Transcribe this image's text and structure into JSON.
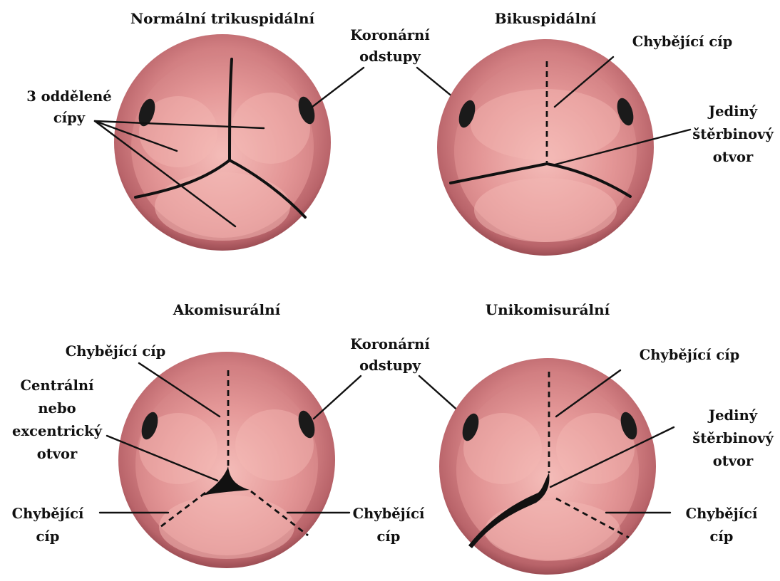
{
  "panels": {
    "tricuspid": {
      "title": "Normální trikuspidální",
      "label_cusps": [
        "3 oddělené",
        "cípy"
      ],
      "label_coronary": [
        "Koronární",
        "odstupy"
      ]
    },
    "bicuspid": {
      "title": "Bikuspidální",
      "label_missing": "Chybějící cíp",
      "label_orifice": [
        "Jediný",
        "štěrbinový",
        "otvor"
      ]
    },
    "acommissural": {
      "title": "Akomisurální",
      "label_missing_top": "Chybějící cíp",
      "label_orifice": [
        "Centrální",
        "nebo",
        "excentrický",
        "otvor"
      ],
      "label_missing_left": [
        "Chybějící",
        "cíp"
      ],
      "label_missing_right": [
        "Chybějící",
        "cíp"
      ],
      "label_coronary": [
        "Koronární",
        "odstupy"
      ]
    },
    "unicommissural": {
      "title": "Unikomisurální",
      "label_missing_top": "Chybějící cíp",
      "label_orifice": [
        "Jediný",
        "štěrbinový",
        "otvor"
      ],
      "label_missing_right": [
        "Chybějící",
        "cíp"
      ]
    }
  },
  "colors": {
    "valve_rim": "#b9646a",
    "valve_cusp": "#e79a9a",
    "valve_highlight": "#f6c0bc",
    "valve_shadow": "#a85257",
    "ostium": "#1a1a1a"
  }
}
